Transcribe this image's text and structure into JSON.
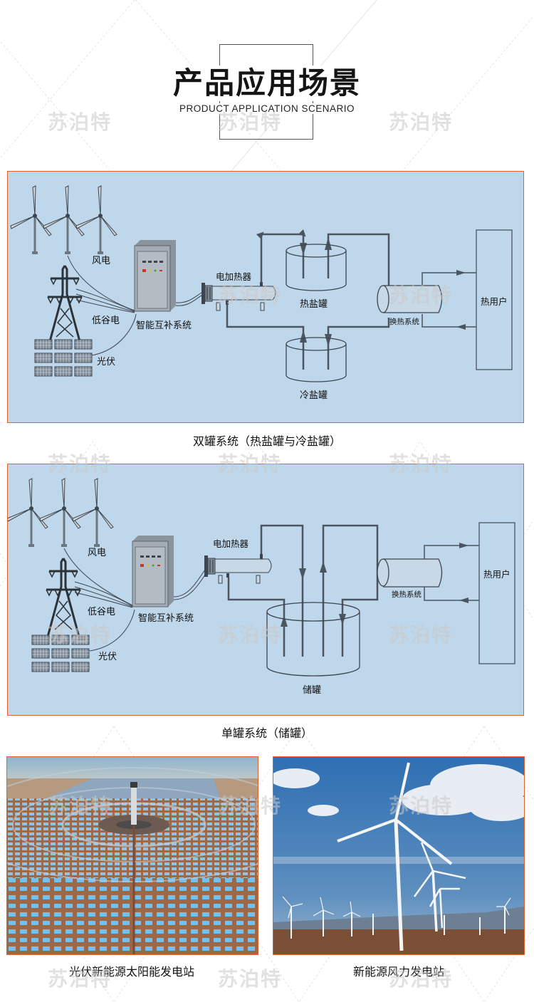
{
  "header": {
    "title": "产品应用场景",
    "subtitle": "PRODUCT APPLICATION SCENARIO"
  },
  "watermark": "苏泊特",
  "colors": {
    "panel_bg": "#bfd7ea",
    "panel_border": "#e0622e",
    "line": "#4a5560",
    "title": "#151515"
  },
  "diagram1": {
    "labels": {
      "wind": "风电",
      "valley": "低谷电",
      "solar": "光伏",
      "controller": "智能互补系统",
      "heater": "电加热器",
      "hot_tank": "热盐罐",
      "cold_tank": "冷盐罐",
      "exchanger": "换热系统",
      "user": "热用户"
    },
    "caption": "双罐系统（热盐罐与冷盐罐）"
  },
  "diagram2": {
    "labels": {
      "wind": "风电",
      "valley": "低谷电",
      "solar": "光伏",
      "controller": "智能互补系统",
      "heater": "电加热器",
      "tank": "储罐",
      "exchanger": "换热系统",
      "user": "热用户"
    },
    "caption": "单罐系统（储罐）"
  },
  "photos": [
    {
      "icon": "solar-tower-plant-photo",
      "caption": "光伏新能源太阳能发电站"
    },
    {
      "icon": "wind-farm-photo",
      "caption": "新能源风力发电站"
    }
  ]
}
